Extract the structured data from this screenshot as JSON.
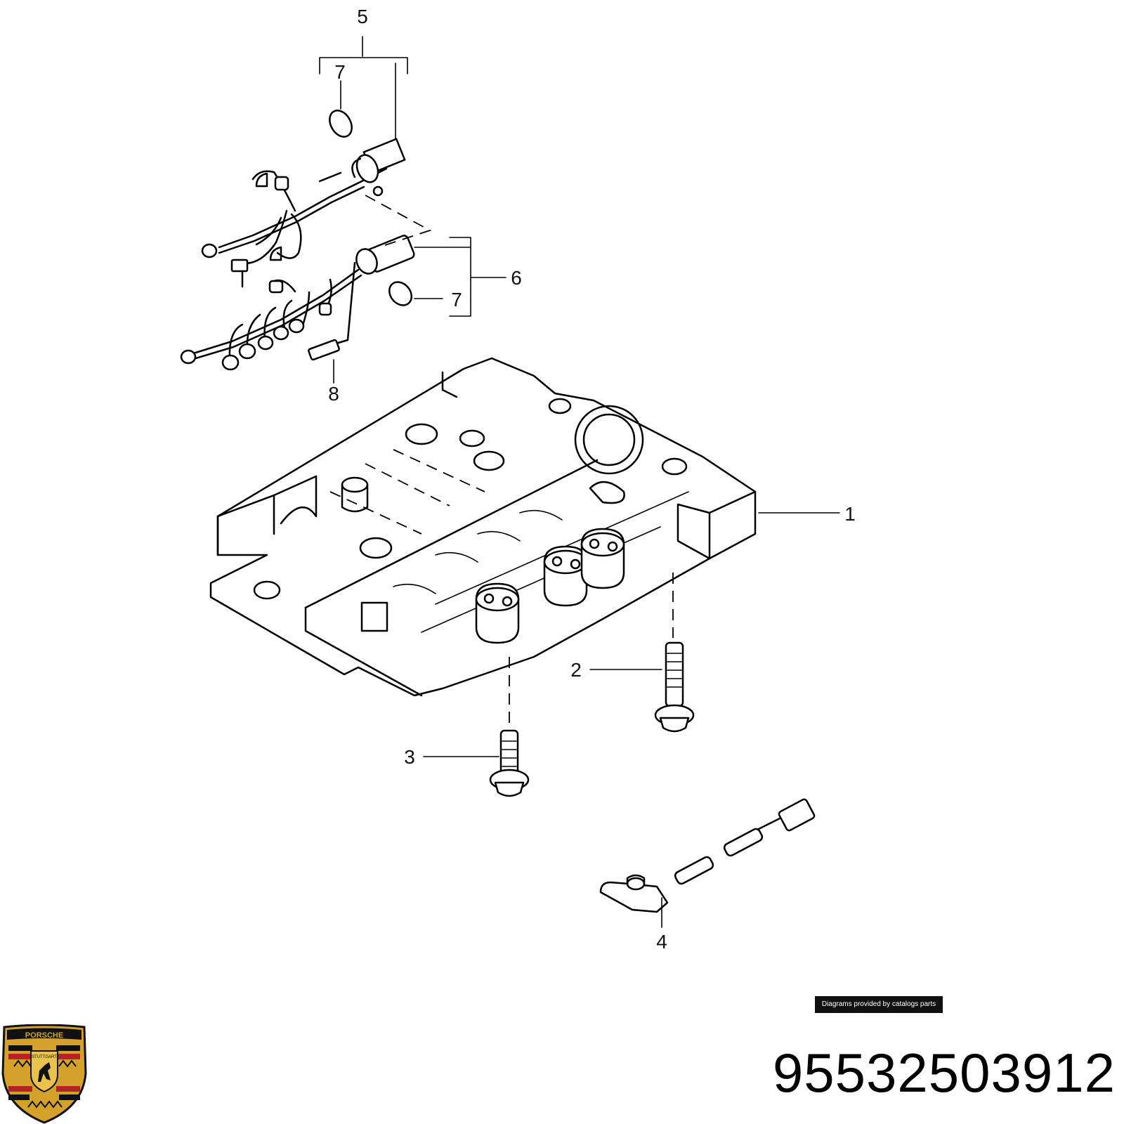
{
  "diagram": {
    "callouts": {
      "c1": "1",
      "c2": "2",
      "c3": "3",
      "c4": "4",
      "c5": "5",
      "c6": "6",
      "c7a": "7",
      "c7b": "7",
      "c8": "8"
    }
  },
  "credit": "Diagrams provided by catalogs parts",
  "part_number": "95532503912",
  "logo": {
    "brand": "PORSCHE",
    "city": "STUTTGART",
    "colors": {
      "gold": "#d4a22a",
      "red": "#b8202a",
      "black": "#111111"
    }
  }
}
